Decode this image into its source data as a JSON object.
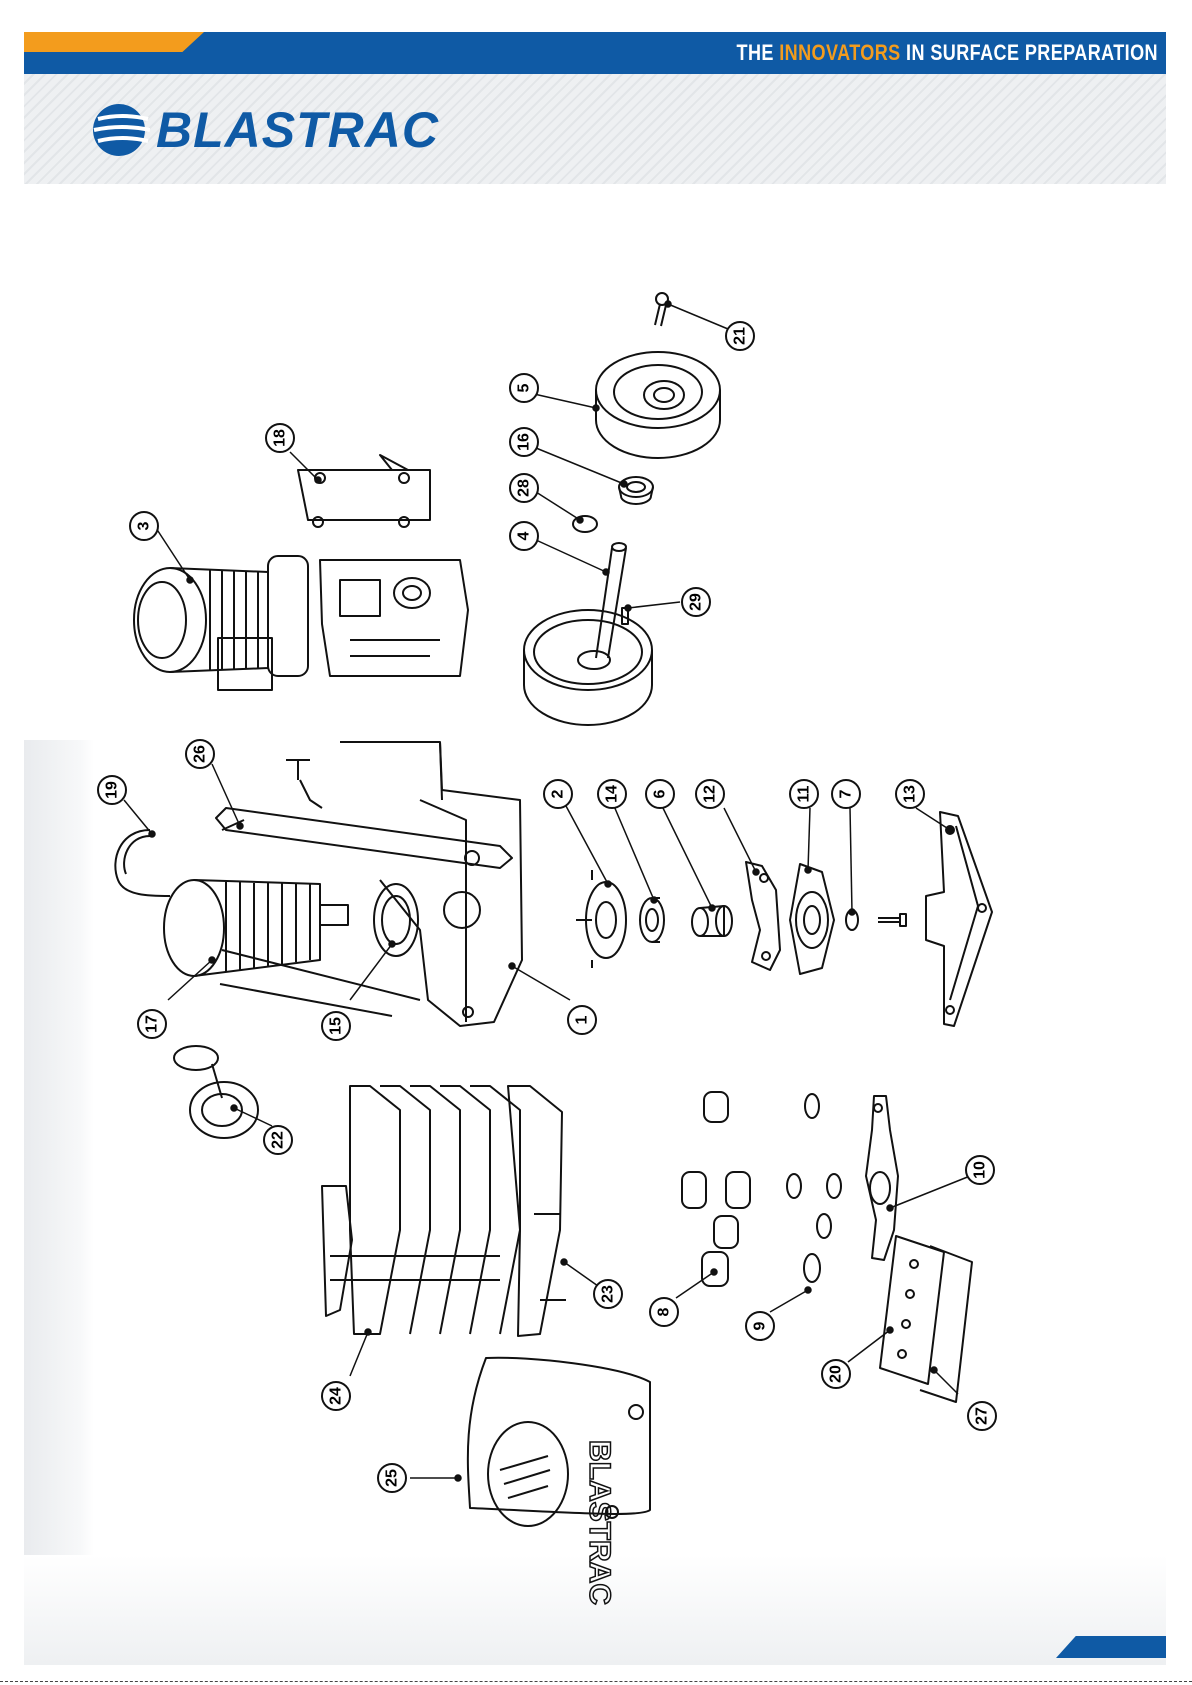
{
  "header": {
    "tagline_pre": "THE ",
    "tagline_highlight": "INNOVATORS",
    "tagline_post": " IN SURFACE PREPARATION",
    "brand": "BLASTRAC",
    "colors": {
      "brand_blue": "#0f5aa5",
      "accent_orange": "#f39c1d"
    }
  },
  "diagram": {
    "cover_text": "BLASTRAC",
    "callouts": [
      "21",
      "5",
      "16",
      "28",
      "4",
      "29",
      "18",
      "3",
      "26",
      "19",
      "2",
      "14",
      "6",
      "12",
      "11",
      "7",
      "13",
      "17",
      "15",
      "1",
      "22",
      "10",
      "23",
      "8",
      "9",
      "24",
      "20",
      "27",
      "25"
    ]
  }
}
